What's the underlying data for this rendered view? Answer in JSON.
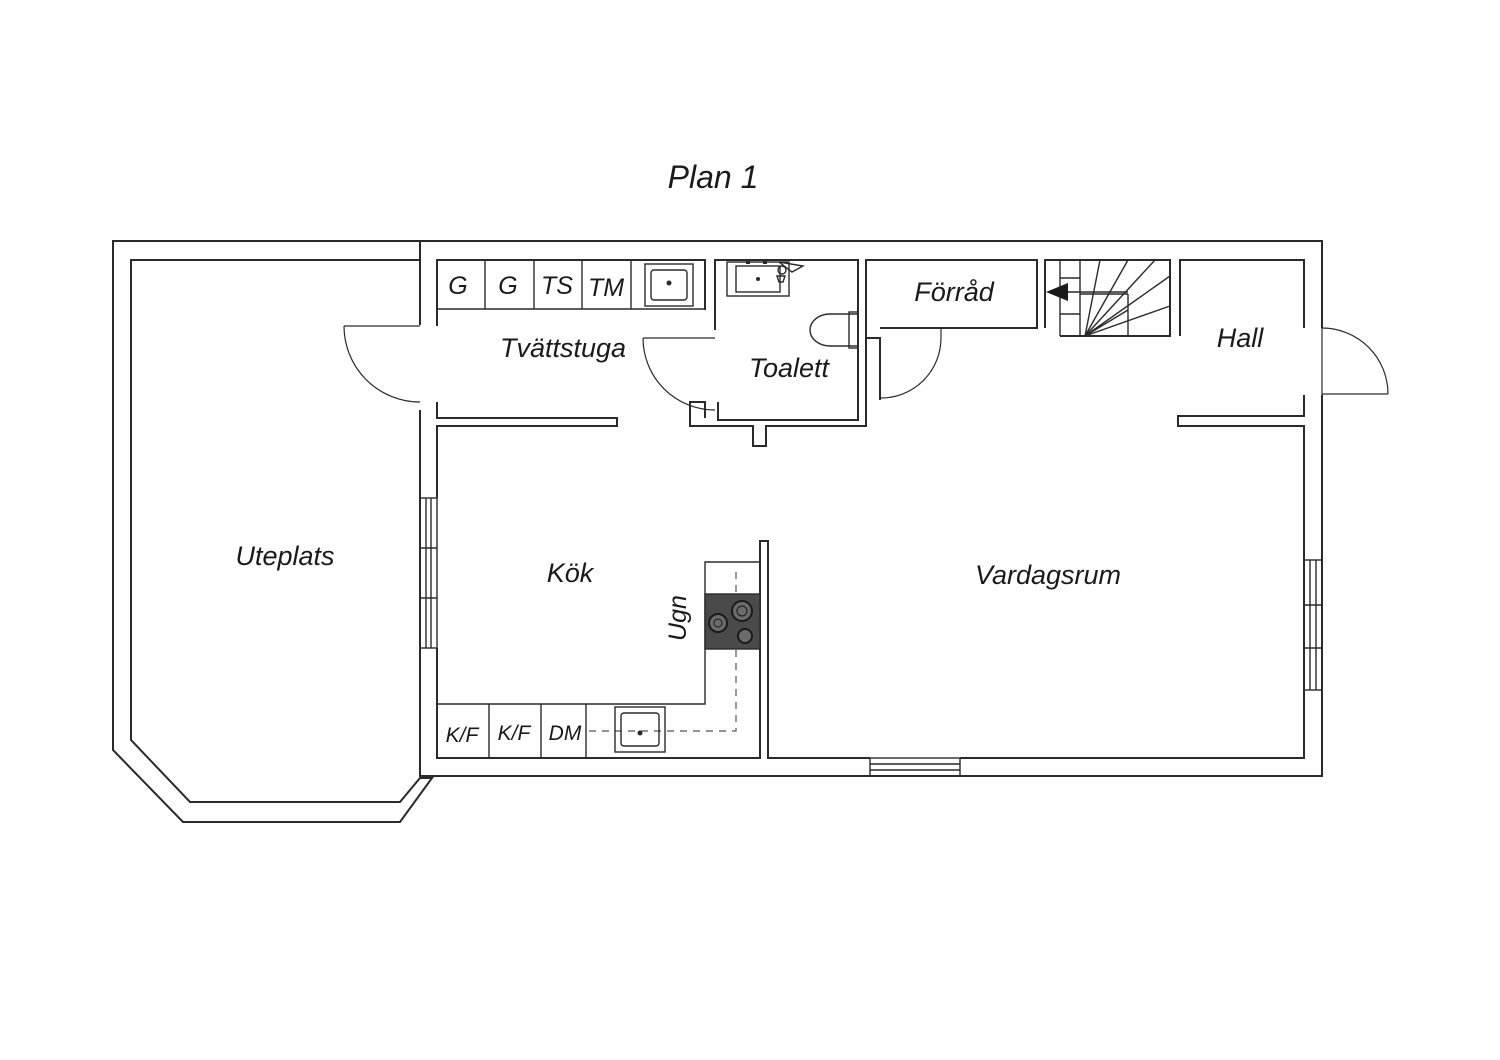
{
  "title": "Plan 1",
  "rooms": {
    "uteplats": "Uteplats",
    "tvattstuga": "Tvättstuga",
    "toalett": "Toalett",
    "forrad": "Förråd",
    "hall": "Hall",
    "kok": "Kök",
    "vardagsrum": "Vardagsrum"
  },
  "fixtures": {
    "laundry": [
      "G",
      "G",
      "TS",
      "TM"
    ],
    "oven": "Ugn",
    "kitchen": [
      "K/F",
      "K/F",
      "DM"
    ]
  },
  "colors": {
    "lines": "#2a2a2a",
    "stove": "#4a4a4a",
    "background": "#ffffff"
  }
}
